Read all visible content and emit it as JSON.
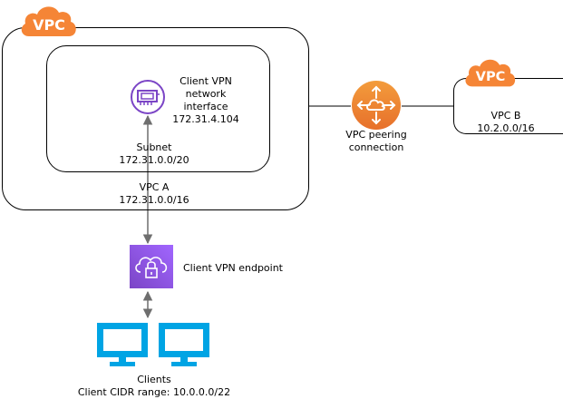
{
  "vpc_a": {
    "badge": "VPC",
    "label_line1": "VPC A",
    "label_line2": "172.31.0.0/16"
  },
  "subnet": {
    "label_line1": "Subnet",
    "label_line2": "172.31.0.0/20"
  },
  "eni": {
    "icon": "network-interface-icon",
    "label_line1": "Client VPN",
    "label_line2": "network",
    "label_line3": "interface",
    "label_line4": "172.31.4.104"
  },
  "peering": {
    "icon": "peering-router-icon",
    "label_line1": "VPC peering",
    "label_line2": "connection"
  },
  "vpc_b": {
    "badge": "VPC",
    "label_line1": "VPC B",
    "label_line2": "10.2.0.0/16"
  },
  "endpoint": {
    "icon": "client-vpn-endpoint-icon",
    "label": "Client VPN endpoint"
  },
  "clients": {
    "icon": "monitor-icon",
    "label_line1": "Clients",
    "label_line2": "Client CIDR range: 10.0.0.0/22"
  },
  "colors": {
    "vpc_orange": "#F58536",
    "purple": "#7B45C6",
    "purple_light": "#A166FF",
    "orange_gradient_top": "#F39C3C",
    "orange_gradient_bottom": "#E7702B",
    "client_cyan": "#00A4E4",
    "arrow_gray": "#6E6E6E"
  }
}
